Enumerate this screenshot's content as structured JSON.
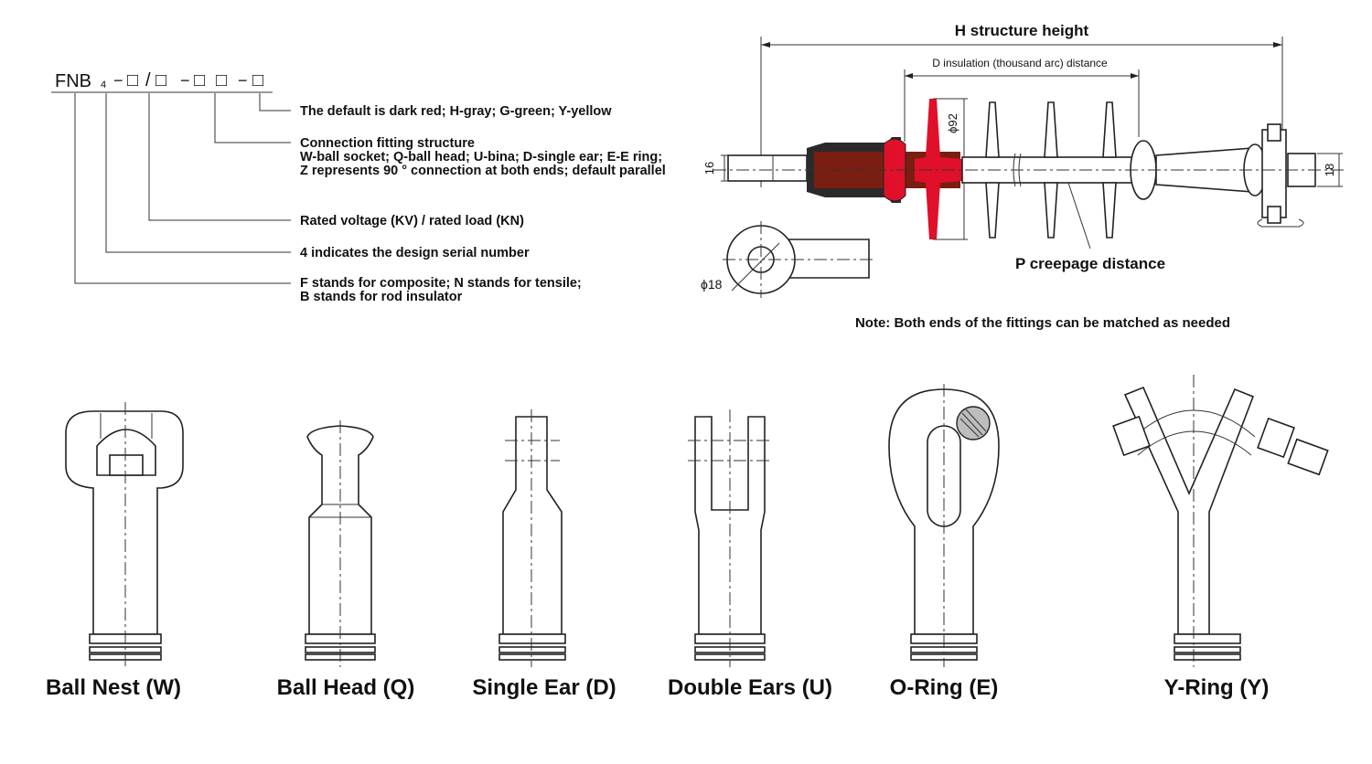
{
  "model_code": {
    "prefix": "FNB",
    "serial": "4",
    "dash": "−",
    "slash": "/",
    "box": "□"
  },
  "legend": {
    "color": "The default is dark red; H-gray; G-green; Y-yellow",
    "fitting_title": "Connection fitting structure",
    "fitting_line1": "W-ball socket; Q-ball head; U-bina; D-single ear; E-E ring;",
    "fitting_line2": "Z represents 90 ° connection at both ends; default parallel",
    "rated": "Rated voltage (KV) / rated load (KN)",
    "serial_note": "4 indicates the design serial number",
    "letters_line1": "F stands for composite; N stands for tensile;",
    "letters_line2": "B stands for rod insulator"
  },
  "insulator_drawing": {
    "h_label": "H structure height",
    "d_label": "D insulation (thousand arc) distance",
    "p_label": "P creepage distance",
    "dim_16": "16",
    "dim_18": "18",
    "dim_phi92": "ϕ92",
    "dim_phi18": "ϕ18",
    "note": "Note: Both ends of the fittings can be matched as needed",
    "colors": {
      "rubber": "#7a1e12",
      "shed": "#e0102a",
      "outline": "#222222"
    }
  },
  "fittings": [
    {
      "name": "Ball Nest (W)",
      "icon": "ball-nest-icon"
    },
    {
      "name": "Ball Head (Q)",
      "icon": "ball-head-icon"
    },
    {
      "name": "Single Ear (D)",
      "icon": "single-ear-icon"
    },
    {
      "name": "Double Ears (U)",
      "icon": "double-ears-icon"
    },
    {
      "name": "O-Ring (E)",
      "icon": "o-ring-icon"
    },
    {
      "name": "Y-Ring (Y)",
      "icon": "y-ring-icon"
    }
  ]
}
